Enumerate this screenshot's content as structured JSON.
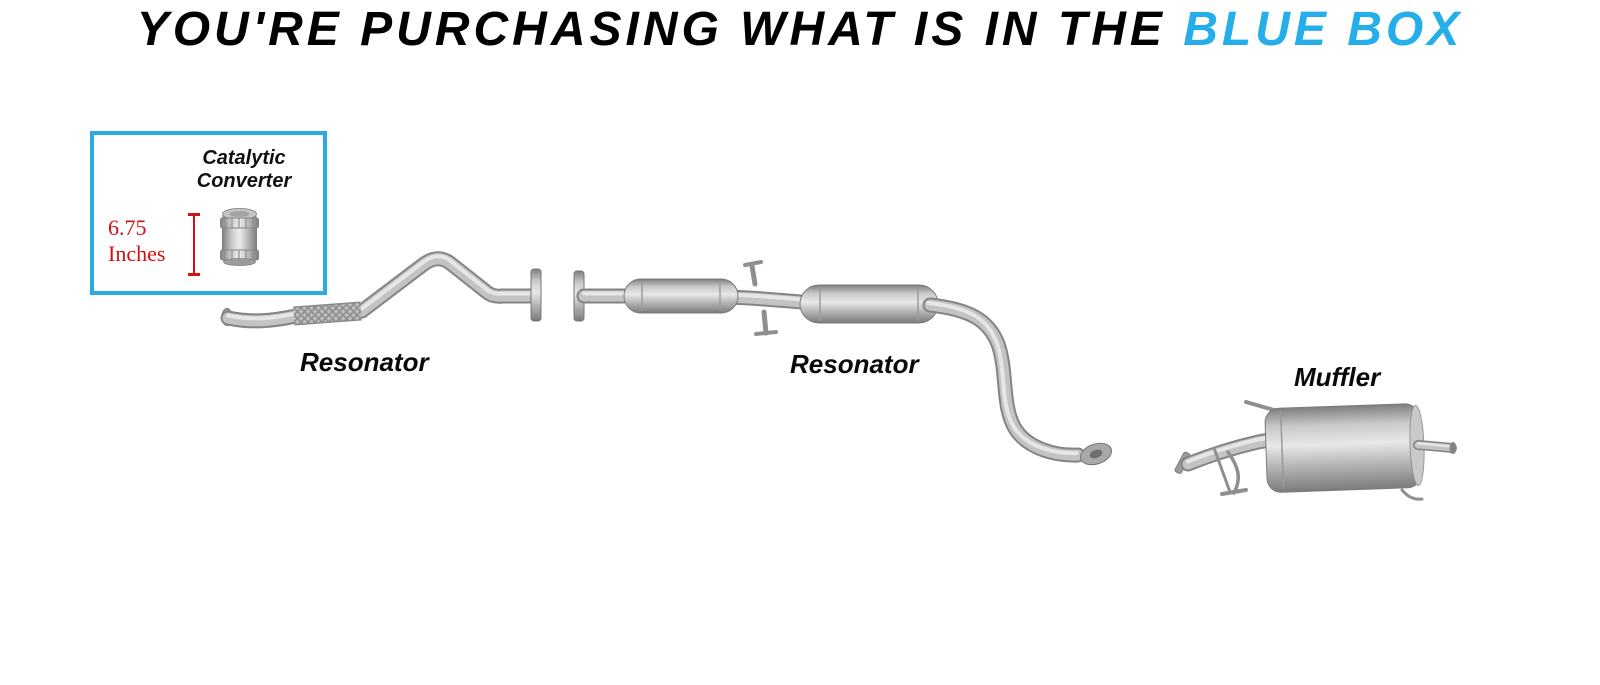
{
  "banner": {
    "prefix": "YOU'RE PURCHASING WHAT IS IN THE ",
    "highlight": "BLUE BOX"
  },
  "colors": {
    "highlight": "#25aeea",
    "box_border": "#29abe2",
    "measurement": "#d01212"
  },
  "blue_box": {
    "part_label_line1": "Catalytic",
    "part_label_line2": "Converter",
    "measurement_line1": "6.75",
    "measurement_line2": "Inches"
  },
  "diagram_labels": {
    "resonator_front": "Resonator",
    "resonator_rear": "Resonator",
    "muffler": "Muffler"
  }
}
